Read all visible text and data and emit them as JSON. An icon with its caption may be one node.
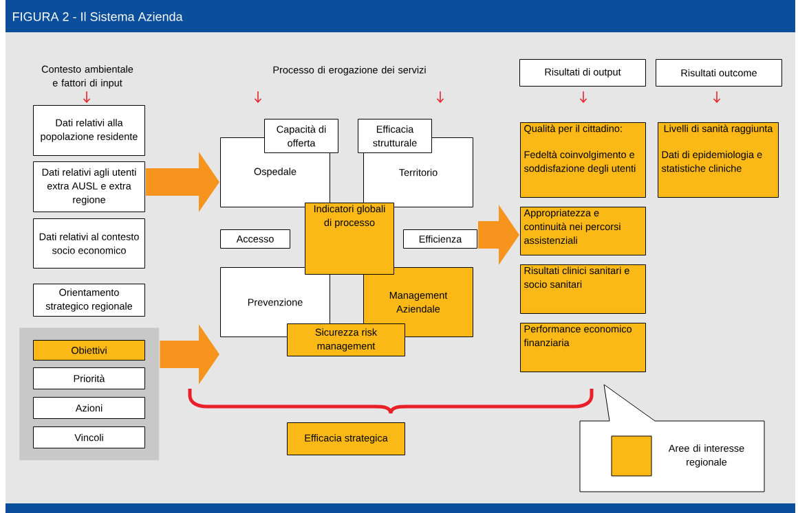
{
  "diagram": {
    "title": "FIGURA 2 - Il Sistema Azienda",
    "nodes": [
      {
        "text": [
          "Risultati di output"
        ]
      },
      {
        "text": [
          "Risultati outcome"
        ]
      },
      {
        "text": [
          "Dati relativi alla popolazione residente"
        ]
      },
      {
        "text": [
          "Dati relativi agli utenti extra AUSL e extra regione"
        ]
      },
      {
        "text": [
          "Dati relativi al contesto socio economico"
        ]
      },
      {
        "text": [
          "Orientamento strategico regionale"
        ]
      },
      {
        "text": [],
        "shape": "box"
      },
      {
        "text": [
          "Obiettivi"
        ],
        "in": 6
      },
      {
        "text": [
          "Priorità"
        ],
        "in": 6
      },
      {
        "text": [
          "Azioni"
        ],
        "in": 6
      },
      {
        "text": [
          "Vincoli"
        ],
        "in": 6
      },
      {
        "text": [
          "Capacità di offerta"
        ]
      },
      {
        "text": [
          "Efficacia strutturale"
        ]
      },
      {
        "text": [
          "Ospedale"
        ]
      },
      {
        "text": [
          "Territorio"
        ]
      },
      {
        "text": [
          "Accesso"
        ]
      },
      {
        "text": [
          "Indicatori globali di processo"
        ]
      },
      {
        "text": [
          "Efficienza"
        ]
      },
      {
        "text": [
          "Prevenzione"
        ]
      },
      {
        "text": [
          "Management Aziendale"
        ]
      },
      {
        "text": [
          "Sicurezza risk management"
        ]
      },
      {
        "text": [
          "Qualità per il cittadino:",
          "Fedeltà coinvolgimento e soddisfazione degli utenti"
        ]
      },
      {
        "text": [
          "Livelli di sanità raggiunta",
          "Dati di epidemiologia e statistiche cliniche"
        ]
      },
      {
        "text": [
          "Appropriatezza e continuità nei percorsi assistenziali"
        ]
      },
      {
        "text": [
          "Risultati clinici sanitari e socio sanitari"
        ]
      },
      {
        "text": [
          "Performance economico finanziaria"
        ]
      },
      {
        "text": [
          "Efficacia strategica"
        ]
      }
    ],
    "edges": [
      {
        "from": 3,
        "to": 13,
        "arrow": "to"
      },
      {
        "from": 6,
        "to": 18,
        "arrow": "to"
      },
      {
        "from": 17,
        "to": 23,
        "arrow": "to"
      }
    ],
    "labels": [
      "Contesto ambientale e fattori di input",
      "Processo di erogazione dei servizi"
    ],
    "legend": [
      {
        "text": "Aree di interesse regionale",
        "color": "#fbb917"
      }
    ]
  }
}
